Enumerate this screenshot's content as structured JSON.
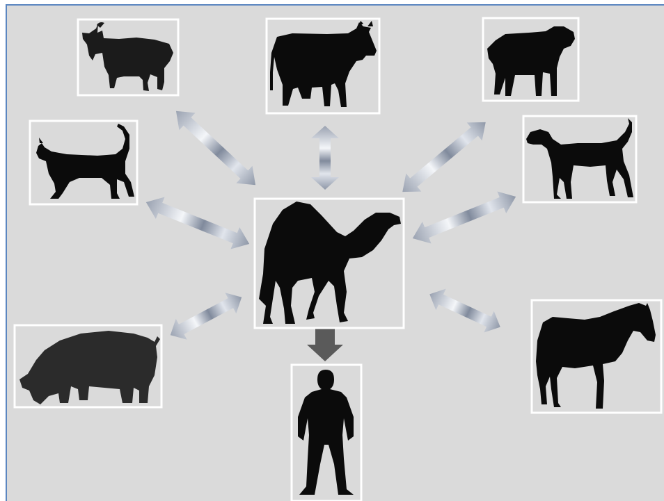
{
  "diagram": {
    "center": {
      "animal": "camel"
    },
    "outcome": {
      "subject": "human"
    },
    "nodes": [
      {
        "id": "goat",
        "animal": "goat",
        "link": "bidirectional"
      },
      {
        "id": "cow",
        "animal": "cow",
        "link": "bidirectional"
      },
      {
        "id": "sheep",
        "animal": "sheep",
        "link": "bidirectional"
      },
      {
        "id": "cat",
        "animal": "cat",
        "link": "bidirectional"
      },
      {
        "id": "dog",
        "animal": "dog",
        "link": "bidirectional"
      },
      {
        "id": "pig",
        "animal": "pig",
        "link": "bidirectional"
      },
      {
        "id": "horse",
        "animal": "horse",
        "link": "bidirectional"
      }
    ],
    "center_to_outcome_link": "one-way",
    "colors": {
      "background": "#dadada",
      "frame": "#ffffff",
      "silhouette": "#0b0b0b",
      "arrow_light": "#f2f4f8",
      "arrow_dark": "#7f8898",
      "down_arrow": "#5a5a5a",
      "border_accent": "#5b86c0"
    }
  }
}
